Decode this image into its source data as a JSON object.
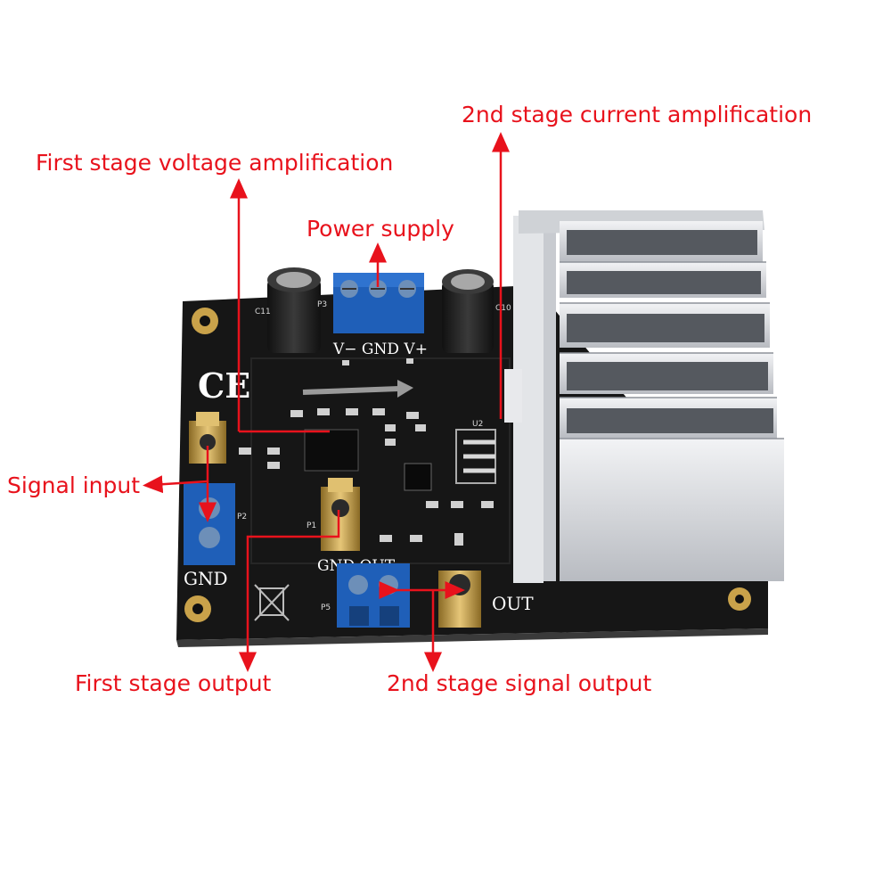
{
  "callouts": {
    "current_amp": "2nd stage current amplification",
    "voltage_amp": "First stage voltage amplification",
    "power_supply": "Power supply",
    "signal_input": "Signal input",
    "first_output": "First stage output",
    "second_output": "2nd stage signal output"
  },
  "silkscreen": {
    "power_pins": "V−  GND  V+",
    "gnd_left": "GND",
    "gnd_out": "GND OUT",
    "out": "OUT",
    "ce_mark": "CE",
    "p_left": "P2",
    "p_input": "P1",
    "p_power": "P3",
    "p_out": "P5",
    "ic_label": "U2",
    "cap_left": "C11",
    "cap_right": "C10"
  },
  "colors": {
    "callout_red": "#e8121c",
    "board_black": "#141414",
    "terminal_blue": "#1f5fb8",
    "heatsink_silver": "#d8dade",
    "sma_gold": "#c9a24a"
  }
}
